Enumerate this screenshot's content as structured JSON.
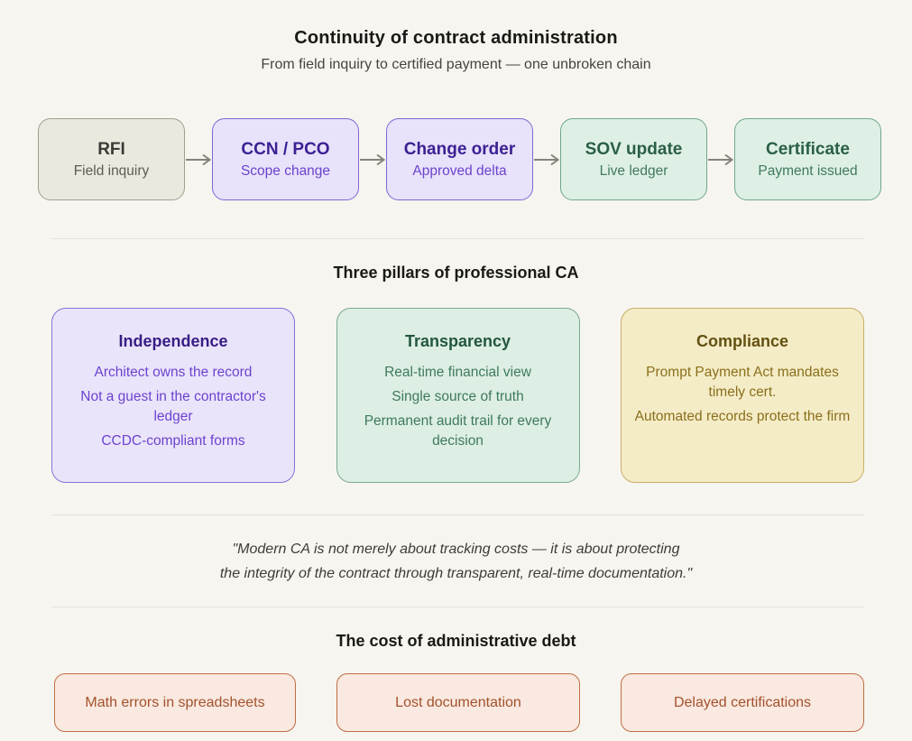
{
  "page": {
    "title": "Continuity of contract administration",
    "subtitle": "From field inquiry to certified payment — one unbroken chain"
  },
  "flow": {
    "steps": [
      {
        "title": "RFI",
        "subtitle": "Field inquiry",
        "variant": "neutral"
      },
      {
        "title": "CCN / PCO",
        "subtitle": "Scope change",
        "variant": "purple"
      },
      {
        "title": "Change order",
        "subtitle": "Approved delta",
        "variant": "purple"
      },
      {
        "title": "SOV update",
        "subtitle": "Live ledger",
        "variant": "green"
      },
      {
        "title": "Certificate",
        "subtitle": "Payment issued",
        "variant": "green"
      }
    ]
  },
  "pillars": {
    "heading": "Three pillars of professional CA",
    "cards": [
      {
        "title": "Independence",
        "variant": "purple",
        "lines": [
          "Architect owns the record",
          "Not a guest in the contractor's ledger",
          "CCDC-compliant forms"
        ]
      },
      {
        "title": "Transparency",
        "variant": "green",
        "lines": [
          "Real-time financial view",
          "Single source of truth",
          "Permanent audit trail for every decision"
        ]
      },
      {
        "title": "Compliance",
        "variant": "gold",
        "lines": [
          "Prompt Payment Act mandates timely cert.",
          "Automated records protect the firm"
        ]
      }
    ]
  },
  "quote": {
    "line1": "\"Modern CA is not merely about tracking costs — it is about protecting",
    "line2": "the integrity of the contract through transparent, real-time documentation.\""
  },
  "debt": {
    "heading": "The cost of administrative debt",
    "items": [
      "Math errors in spreadsheets",
      "Lost documentation",
      "Delayed certifications"
    ]
  },
  "colors": {
    "page_background": "#f7f5ef",
    "neutral_fill": "#ebe9de",
    "neutral_border": "#9f9f8f",
    "purple_fill": "#e8e2fa",
    "purple_border": "#8266d4",
    "purple_text": "#6b43cd",
    "green_fill": "#def0e6",
    "green_border": "#6ea68a",
    "green_text": "#3e7a5b",
    "gold_fill": "#f4ecc6",
    "gold_border": "#c7af68",
    "gold_text": "#8b6f1c",
    "debt_fill": "#f9e9e0",
    "debt_border": "#bf6f48",
    "debt_text": "#a4512c",
    "arrow": "#84847b",
    "divider": "#e5e2d8"
  }
}
